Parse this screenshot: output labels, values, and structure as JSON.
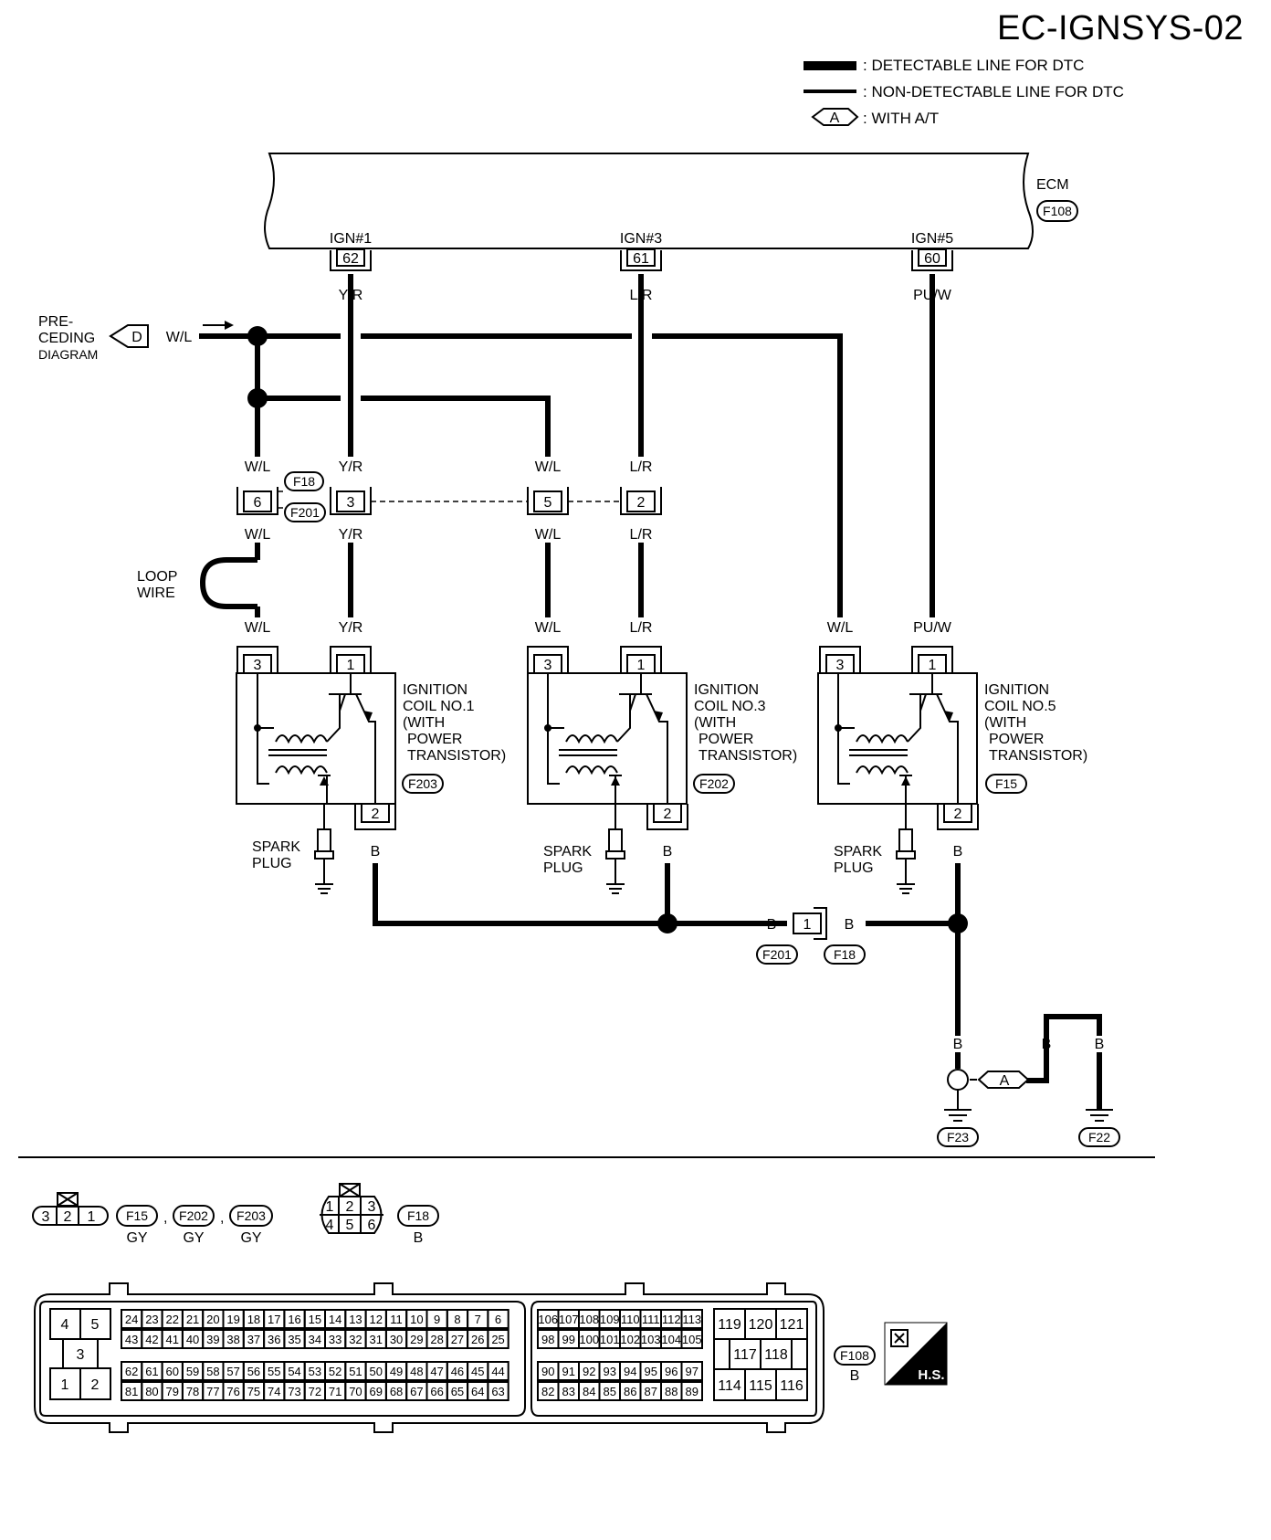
{
  "title": "EC-IGNSYS-02",
  "legend": {
    "detectable": ": DETECTABLE LINE FOR DTC",
    "non_detectable": ": NON-DETECTABLE LINE FOR DTC",
    "at_symbol": "A",
    "at_text": ": WITH A/T"
  },
  "ecm": {
    "label": "ECM",
    "connector": "F108",
    "pins": [
      {
        "name": "IGN#1",
        "pin": "62",
        "wire": "Y/R"
      },
      {
        "name": "IGN#3",
        "pin": "61",
        "wire": "L/R"
      },
      {
        "name": "IGN#5",
        "pin": "60",
        "wire": "PU/W"
      }
    ]
  },
  "preceding": {
    "line1": "PRE-",
    "line2": "CEDING",
    "line3": "DIAGRAM",
    "symbol": "D",
    "wire": "W/L"
  },
  "connector_f18_f201": {
    "top_label": "F18",
    "bottom_label": "F201",
    "pins": [
      "6",
      "3",
      "5",
      "2"
    ],
    "wires_top": [
      "W/L",
      "Y/R",
      "W/L",
      "L/R"
    ],
    "wires_bottom": [
      "W/L",
      "Y/R",
      "W/L",
      "L/R"
    ]
  },
  "loop_wire": {
    "line1": "LOOP",
    "line2": "WIRE"
  },
  "coils": [
    {
      "pin_a": "3",
      "pin_b": "1",
      "pin_c": "2",
      "wire_a": "W/L",
      "wire_b": "Y/R",
      "wire_c": "B",
      "name1": "IGNITION",
      "name2": "COIL NO.1",
      "name3": "(WITH",
      "name4": "POWER",
      "name5": "TRANSISTOR)",
      "connector": "F203",
      "plug1": "SPARK",
      "plug2": "PLUG"
    },
    {
      "pin_a": "3",
      "pin_b": "1",
      "pin_c": "2",
      "wire_a": "W/L",
      "wire_b": "L/R",
      "wire_c": "B",
      "name1": "IGNITION",
      "name2": "COIL NO.3",
      "name3": "(WITH",
      "name4": "POWER",
      "name5": "TRANSISTOR)",
      "connector": "F202",
      "plug1": "SPARK",
      "plug2": "PLUG"
    },
    {
      "pin_a": "3",
      "pin_b": "1",
      "pin_c": "2",
      "wire_a": "W/L",
      "wire_b": "PU/W",
      "wire_c": "B",
      "name1": "IGNITION",
      "name2": "COIL NO.5",
      "name3": "(WITH",
      "name4": "POWER",
      "name5": "TRANSISTOR)",
      "connector": "F15",
      "plug1": "SPARK",
      "plug2": "PLUG"
    }
  ],
  "ground_connector": {
    "pin": "1",
    "wire_left": "B",
    "wire_right": "B",
    "left_label": "F201",
    "right_label": "F18"
  },
  "grounds": {
    "wire1": "B",
    "wire2": "B",
    "wire3": "B",
    "symbol": "A",
    "g1": "F23",
    "g2": "F22"
  },
  "connector_views": {
    "three_pin": [
      "3",
      "2",
      "1"
    ],
    "three_pin_labels": [
      "F15",
      "F202",
      "F203"
    ],
    "comma": ",",
    "three_pin_colors": [
      "GY",
      "GY",
      "GY"
    ],
    "six_pin": [
      "1",
      "2",
      "3",
      "4",
      "5",
      "6"
    ],
    "six_pin_label": "F18",
    "six_pin_color": "B",
    "ecm_label": "F108",
    "ecm_color": "B",
    "hs_label": "H.S.",
    "ecm_small": [
      "4",
      "5",
      "3",
      "1",
      "2"
    ],
    "ecm_row1": [
      "24",
      "23",
      "22",
      "21",
      "20",
      "19",
      "18",
      "17",
      "16",
      "15",
      "14",
      "13",
      "12",
      "11",
      "10",
      "9",
      "8",
      "7",
      "6"
    ],
    "ecm_row2": [
      "43",
      "42",
      "41",
      "40",
      "39",
      "38",
      "37",
      "36",
      "35",
      "34",
      "33",
      "32",
      "31",
      "30",
      "29",
      "28",
      "27",
      "26",
      "25"
    ],
    "ecm_row3": [
      "62",
      "61",
      "60",
      "59",
      "58",
      "57",
      "56",
      "55",
      "54",
      "53",
      "52",
      "51",
      "50",
      "49",
      "48",
      "47",
      "46",
      "45",
      "44"
    ],
    "ecm_row4": [
      "81",
      "80",
      "79",
      "78",
      "77",
      "76",
      "75",
      "74",
      "73",
      "72",
      "71",
      "70",
      "69",
      "68",
      "67",
      "66",
      "65",
      "64",
      "63"
    ],
    "ecm_mid1": [
      "106",
      "107",
      "108",
      "109",
      "110",
      "111",
      "112",
      "113"
    ],
    "ecm_mid2": [
      "98",
      "99",
      "100",
      "101",
      "102",
      "103",
      "104",
      "105"
    ],
    "ecm_mid3": [
      "90",
      "91",
      "92",
      "93",
      "94",
      "95",
      "96",
      "97"
    ],
    "ecm_mid4": [
      "82",
      "83",
      "84",
      "85",
      "86",
      "87",
      "88",
      "89"
    ],
    "ecm_right": [
      "119",
      "120",
      "121",
      "117",
      "118",
      "114",
      "115",
      "116"
    ]
  }
}
